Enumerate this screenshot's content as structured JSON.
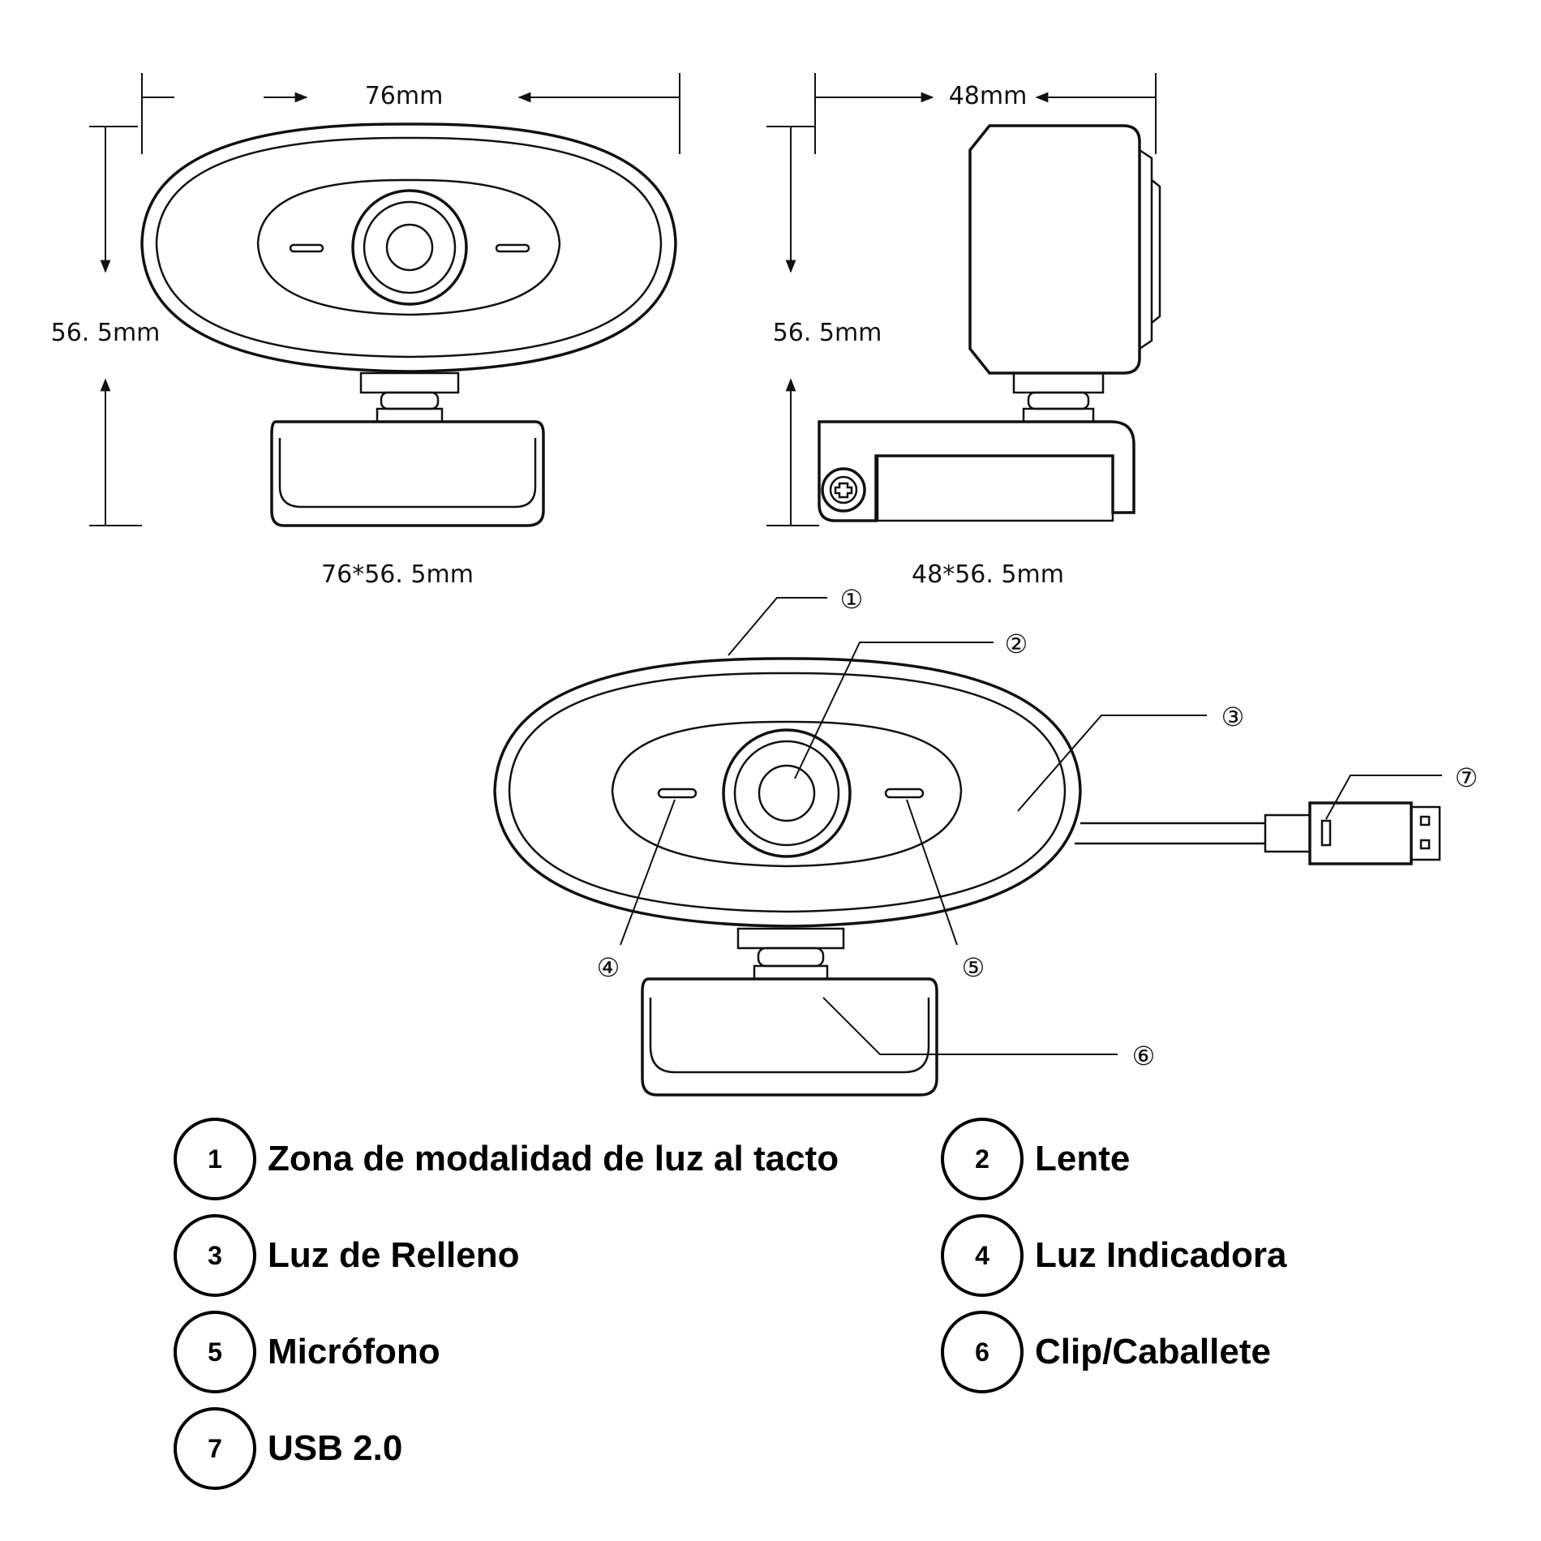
{
  "dimensions": {
    "front_width": "76mm",
    "front_height": "56. 5mm",
    "front_caption": "76*56. 5mm",
    "side_depth": "48mm",
    "side_height": "56. 5mm",
    "side_caption": "48*56. 5mm"
  },
  "callout_markers": [
    "①",
    "②",
    "③",
    "④",
    "⑤",
    "⑥",
    "⑦"
  ],
  "legend": [
    {
      "number": "1",
      "label": "Zona de modalidad de luz al tacto"
    },
    {
      "number": "2",
      "label": "Lente"
    },
    {
      "number": "3",
      "label": "Luz de Relleno"
    },
    {
      "number": "4",
      "label": "Luz Indicadora"
    },
    {
      "number": "5",
      "label": "Micrófono"
    },
    {
      "number": "6",
      "label": "Clip/Caballete"
    },
    {
      "number": "7",
      "label": "USB 2.0"
    }
  ],
  "colors": {
    "line": "#111111",
    "background": "#ffffff"
  }
}
